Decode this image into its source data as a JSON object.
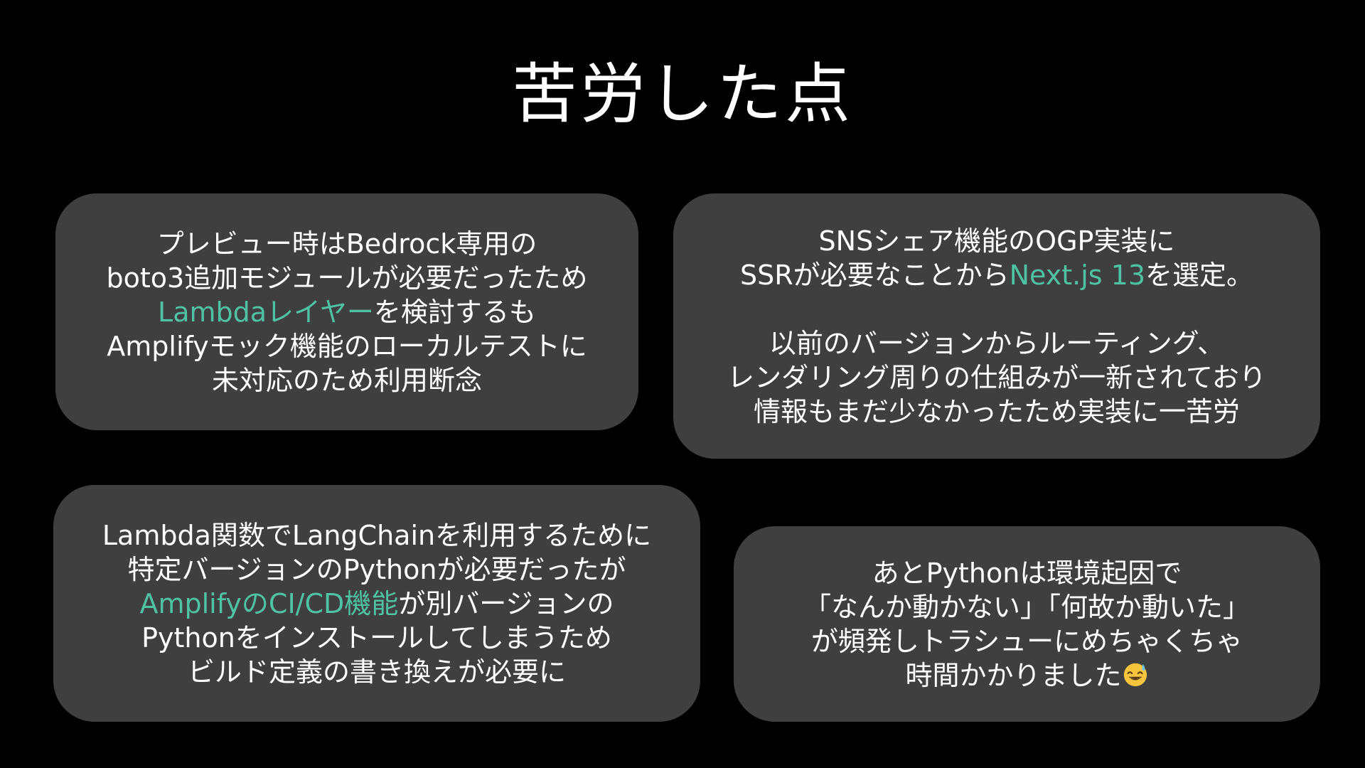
{
  "slide": {
    "title": "苦労した点",
    "colors": {
      "background": "#000000",
      "card": "#3f3f3f",
      "text": "#ffffff",
      "highlight": "#4fc3a1"
    }
  },
  "card1": {
    "line1": "プレビュー時はBedrock専用の",
    "line2": "boto3追加モジュールが必要だったため",
    "line3_hl": "Lambdaレイヤー",
    "line3_rest": "を検討するも",
    "line4": "Amplifyモック機能のローカルテストに",
    "line5": "未対応のため利用断念"
  },
  "card2": {
    "line1": "SNSシェア機能のOGP実装に",
    "line2_a": "SSRが必要なことから",
    "line2_hl": "Next.js 13",
    "line2_b": "を選定。",
    "line3": "以前のバージョンからルーティング、",
    "line4": "レンダリング周りの仕組みが一新されており",
    "line5": "情報もまだ少なかったため実装に一苦労"
  },
  "card3": {
    "line1": "Lambda関数でLangChainを利用するために",
    "line2": "特定バージョンのPythonが必要だったが",
    "line3_hl": "AmplifyのCI/CD機能",
    "line3_rest": "が別バージョンの",
    "line4": "Pythonをインストールしてしまうため",
    "line5": "ビルド定義の書き換えが必要に"
  },
  "card4": {
    "line1": "あとPythonは環境起因で",
    "line2": "「なんか動かない」「何故か動いた」",
    "line3": "が頻発しトラシューにめちゃくちゃ",
    "line4": "時間かかりました",
    "emoji_icon": "sweat-smile-emoji-icon"
  }
}
